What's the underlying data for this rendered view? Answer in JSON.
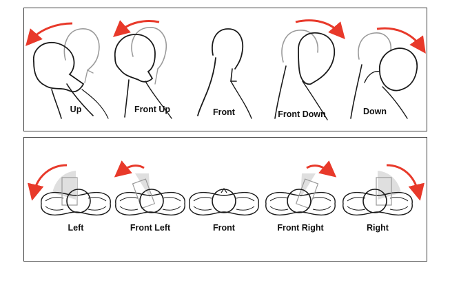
{
  "colors": {
    "arrow": "#e8392a",
    "outline": "#1a1a1a",
    "ghost": "#9a9a9a",
    "plane": "#d9d9d9"
  },
  "tilt_panel": {
    "poses": [
      {
        "label": "Up"
      },
      {
        "label": "Front Up"
      },
      {
        "label": "Front"
      },
      {
        "label": "Front Down"
      },
      {
        "label": "Down"
      }
    ]
  },
  "turn_panel": {
    "poses": [
      {
        "label": "Left"
      },
      {
        "label": "Front Left"
      },
      {
        "label": "Front"
      },
      {
        "label": "Front Right"
      },
      {
        "label": "Right"
      }
    ]
  }
}
